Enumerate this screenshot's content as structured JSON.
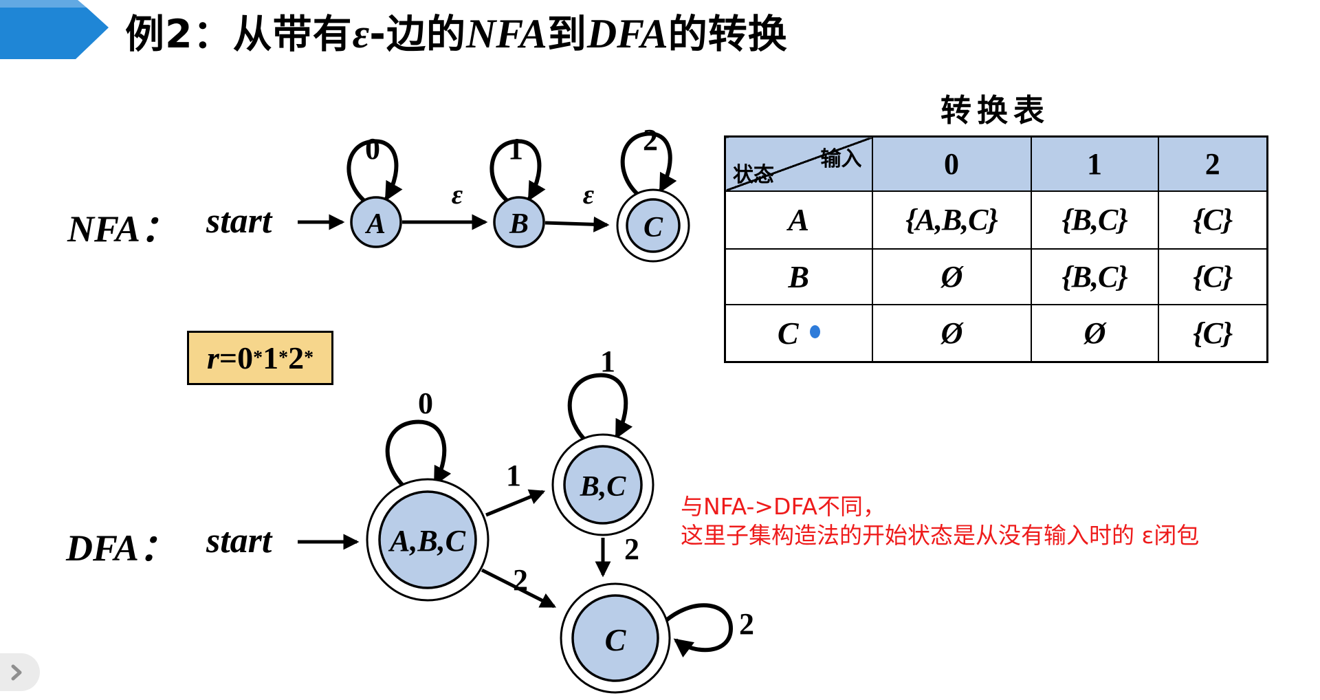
{
  "title": {
    "segments": [
      {
        "text": "例2：从带有"
      },
      {
        "text": "ε"
      },
      {
        "text": "-边的"
      },
      {
        "text": "NFA"
      },
      {
        "text": "到"
      },
      {
        "text": "DFA"
      },
      {
        "text": "的转换"
      }
    ]
  },
  "nfa": {
    "label": "NFA：",
    "start_label": "start",
    "states": [
      {
        "name": "A",
        "loop_label": "0"
      },
      {
        "name": "B",
        "loop_label": "1"
      },
      {
        "name": "C",
        "loop_label": "2",
        "accepting": true
      }
    ],
    "edge_labels": {
      "a_to_b": "ε",
      "b_to_c": "ε"
    }
  },
  "table": {
    "title": "转换表",
    "corner": {
      "top_right": "输入",
      "bottom_left": "状态"
    },
    "columns": [
      "0",
      "1",
      "2"
    ],
    "rows": [
      {
        "state": "A",
        "cells": [
          "{A,B,C}",
          "{B,C}",
          "{C}"
        ]
      },
      {
        "state": "B",
        "cells": [
          "Ø",
          "{B,C}",
          "{C}"
        ]
      },
      {
        "state": "C",
        "cells": [
          "Ø",
          "Ø",
          "{C}"
        ],
        "marked": true
      }
    ]
  },
  "regex_box": {
    "var": "r",
    "eq": "=",
    "parts": [
      {
        "base": "0",
        "sup": "*"
      },
      {
        "base": "1",
        "sup": "*"
      },
      {
        "base": "2",
        "sup": "*"
      }
    ]
  },
  "dfa": {
    "label": "DFA：",
    "start_label": "start",
    "states": [
      {
        "name": "A,B,C",
        "loop_label": "0",
        "accepting": true
      },
      {
        "name": "B,C",
        "loop_label": "1",
        "accepting": true
      },
      {
        "name": "C",
        "loop_label": "2",
        "accepting": true
      }
    ],
    "edge_labels": {
      "abc_to_bc": "1",
      "bc_to_c": "2",
      "abc_to_c": "2"
    }
  },
  "annotation": {
    "line1": "与NFA->DFA不同，",
    "line2": "这里子集构造法的开始状态是从没有输入时的 ε闭包"
  },
  "nav": {
    "next_icon_name": "chevron-right"
  },
  "colors": {
    "state_fill": "#b9cde8",
    "table_header_fill": "#b9cde8",
    "title_arrow_blue": "#1f86d6",
    "title_arrow_light_blue": "#62a9e3",
    "marked_dot_blue": "#2e7bd9",
    "regex_box_bg": "#f6d68c",
    "annotation_red": "#ee1b1b"
  }
}
